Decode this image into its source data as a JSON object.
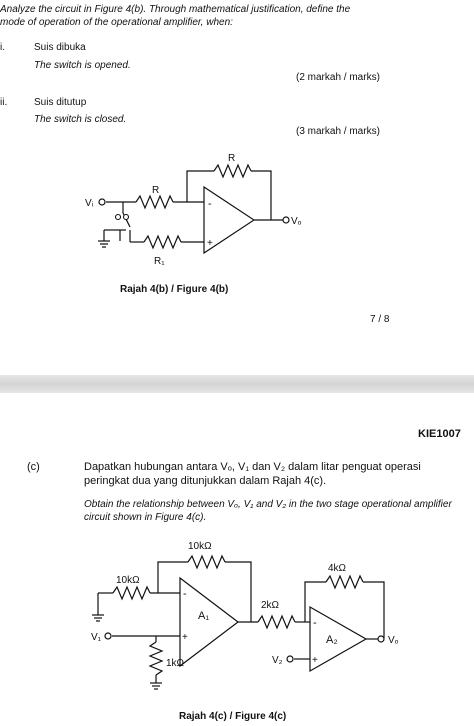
{
  "page1": {
    "intro_line1": "Analyze the circuit in Figure 4(b). Through mathematical justification, define the",
    "intro_line2": "mode of operation of the operational amplifier, when:",
    "items": [
      {
        "num": "i.",
        "malay": "Suis dibuka",
        "english": "The switch is opened.",
        "marks": "(2 markah / marks)"
      },
      {
        "num": "ii.",
        "malay": "Suis ditutup",
        "english": "The switch is closed.",
        "marks": "(3 markah / marks)"
      }
    ],
    "figure": {
      "labels": {
        "r_top": "R",
        "r_in": "R",
        "r1": "R₁",
        "vi": "Vᵢ",
        "vo": "Vₒ",
        "minus": "-",
        "plus": "+"
      },
      "caption": "Rajah 4(b) / Figure 4(b)"
    },
    "page_number": "7 / 8"
  },
  "page2": {
    "course_code": "KIE1007",
    "part": "(c)",
    "malay_line1": "Dapatkan hubungan antara Vₒ, V₁ dan V₂ dalam litar penguat operasi",
    "malay_line2": "peringkat dua yang ditunjukkan dalam Rajah 4(c).",
    "english_line1": "Obtain the relationship between Vₒ, V₁ and V₂ in the two stage operational amplifier",
    "english_line2": "circuit shown in Figure 4(c).",
    "figure": {
      "labels": {
        "r_fb1": "10kΩ",
        "r_in1": "10kΩ",
        "r_mid": "2kΩ",
        "r_fb2": "4kΩ",
        "r_gnd": "1kΩ",
        "a1": "A₁",
        "a2": "A₂",
        "v1": "V₁",
        "v2": "V₂",
        "vo": "Vₒ",
        "minus": "-",
        "plus": "+"
      },
      "caption": "Rajah 4(c) / Figure 4(c)"
    }
  }
}
